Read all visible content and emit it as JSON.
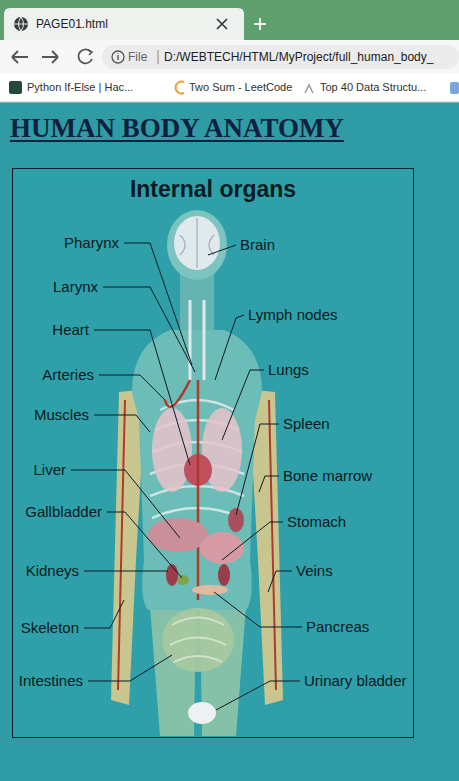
{
  "diagram": {
    "title": "HUMAN BODY ANATOMY",
    "nodes": [
      {
        "text": [
          "Internal organs"
        ]
      }
    ],
    "labels": [
      "PAGE01.html",
      "File",
      "D:/WEBTECH/HTML/MyProject/full_human_body_",
      "Python If-Else | Hac...",
      "Two Sum - LeetCode",
      "Top 40 Data Structu...",
      "Pharynx",
      "Brain",
      "Larynx",
      "Lymph nodes",
      "Heart",
      "Lungs",
      "Arteries",
      "Muscles",
      "Spleen",
      "Liver",
      "Bone marrow",
      "Gallbladder",
      "Stomach",
      "Kidneys",
      "Veins",
      "Skeleton",
      "Pancreas",
      "Intestines",
      "Urinary bladder"
    ]
  }
}
